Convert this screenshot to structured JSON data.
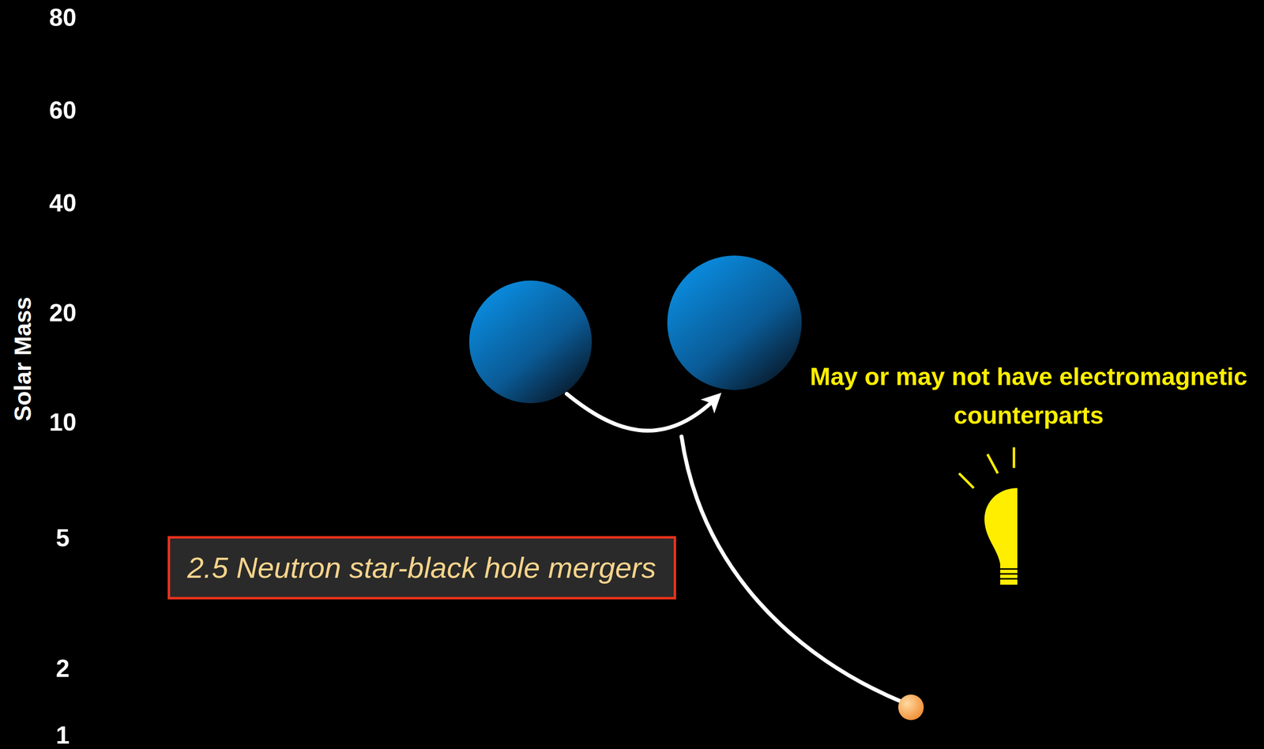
{
  "diagram": {
    "nodes": [
      {
        "text": [
          "2.5 Neutron star-black hole mergers"
        ]
      }
    ],
    "labels": [
      "80",
      "60",
      "40",
      "20",
      "10",
      "5",
      "2",
      "1",
      "Solar Mass",
      "May or may not have electromagnetic counterparts"
    ]
  }
}
